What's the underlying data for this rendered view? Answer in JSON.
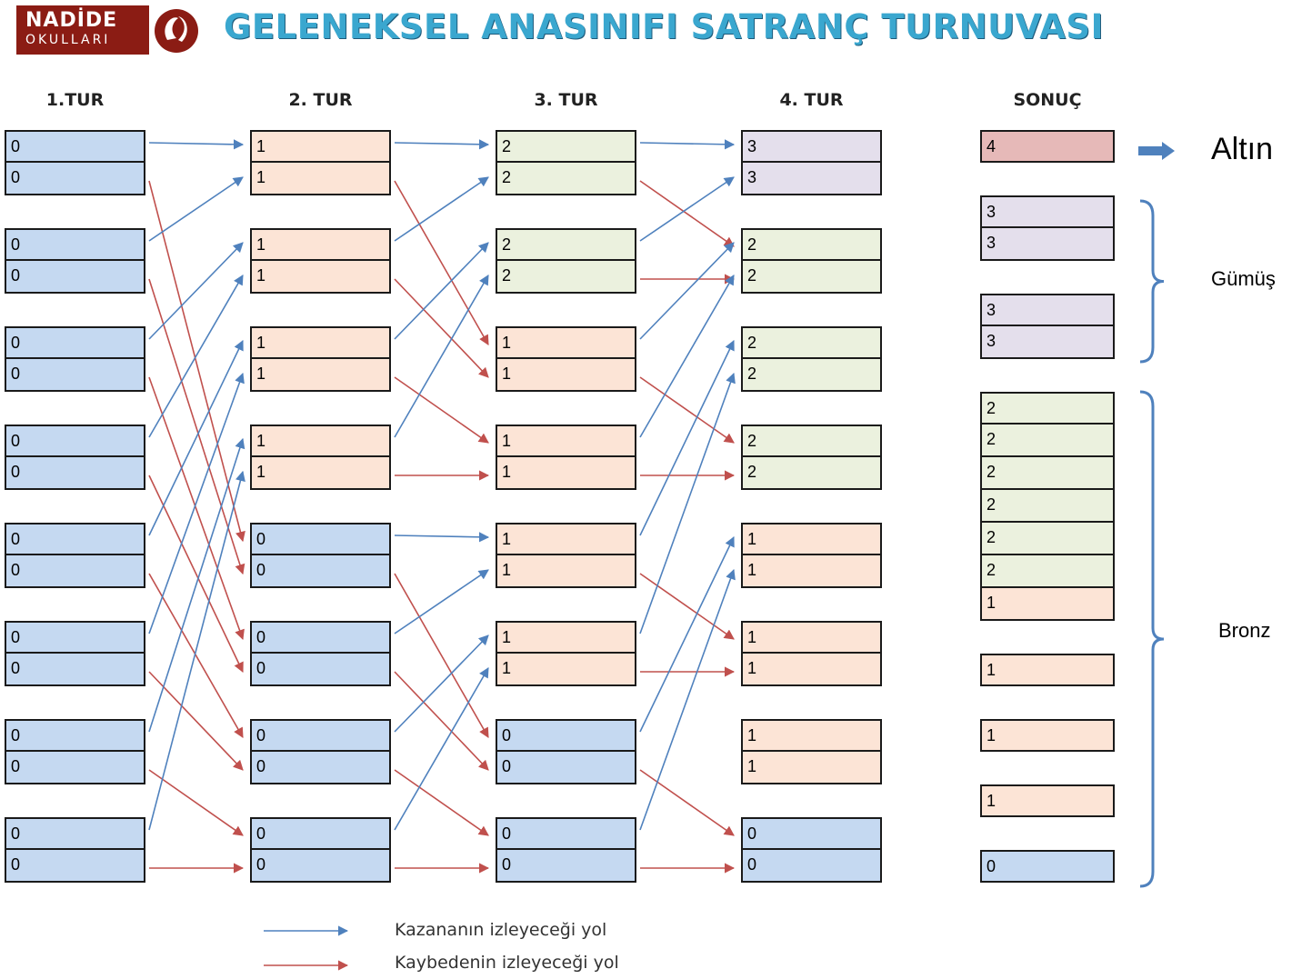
{
  "brand": {
    "main": "NADİDE",
    "sub": "OKULLARI"
  },
  "title": "GELENEKSEL ANASINIFI SATRANÇ TURNUVASI",
  "headers": [
    "1.TUR",
    "2. TUR",
    "3. TUR",
    "4. TUR",
    "SONUÇ"
  ],
  "rounds": [
    {
      "name": "1.TUR",
      "scores": [
        "0",
        "0",
        "0",
        "0",
        "0",
        "0",
        "0",
        "0",
        "0",
        "0",
        "0",
        "0",
        "0",
        "0",
        "0",
        "0"
      ]
    },
    {
      "name": "2. TUR",
      "scores": [
        "1",
        "1",
        "1",
        "1",
        "1",
        "1",
        "1",
        "1",
        "0",
        "0",
        "0",
        "0",
        "0",
        "0",
        "0",
        "0"
      ]
    },
    {
      "name": "3. TUR",
      "scores": [
        "2",
        "2",
        "2",
        "2",
        "1",
        "1",
        "1",
        "1",
        "1",
        "1",
        "1",
        "1",
        "0",
        "0",
        "0",
        "0"
      ]
    },
    {
      "name": "4. TUR",
      "scores": [
        "3",
        "3",
        "2",
        "2",
        "2",
        "2",
        "2",
        "2",
        "1",
        "1",
        "1",
        "1",
        "1",
        "1",
        "0",
        "0"
      ]
    }
  ],
  "results": [
    "4",
    "3",
    "3",
    "3",
    "3",
    "2",
    "2",
    "2",
    "2",
    "2",
    "2",
    "1",
    "1",
    "1",
    "1",
    "0"
  ],
  "awards": {
    "gold": "Altın",
    "silver": "Gümüş",
    "bronze": "Bronz"
  },
  "legend": {
    "winner": "Kazananın izleyeceği yol",
    "loser": "Kaybedenin izleyeceği yol"
  },
  "colors": {
    "winner_arrow": "#4f81bd",
    "loser_arrow": "#c0504d",
    "score0": "#c5d9f1",
    "score1": "#fce4d6",
    "score2": "#ebf1de",
    "score3": "#e4dfec",
    "score4": "#e6b9b8",
    "title": "#3aa7cf",
    "brand": "#8b1c14"
  },
  "connections": [
    {
      "from_round": "1.TUR",
      "winner_to": [
        0,
        1,
        2,
        3,
        4,
        5,
        6,
        7
      ],
      "loser_to": [
        8,
        9,
        10,
        11,
        12,
        13,
        14,
        15
      ]
    },
    {
      "from_round": "2. TUR",
      "winner_to": [
        0,
        1,
        2,
        3,
        8,
        9,
        10,
        11
      ],
      "loser_to": [
        4,
        5,
        6,
        7,
        12,
        13,
        14,
        15
      ]
    },
    {
      "from_round": "3. TUR",
      "winner_to": [
        0,
        1,
        2,
        3,
        4,
        5,
        8,
        9
      ],
      "loser_to": [
        2,
        3,
        6,
        7,
        10,
        11,
        14,
        15
      ]
    }
  ]
}
